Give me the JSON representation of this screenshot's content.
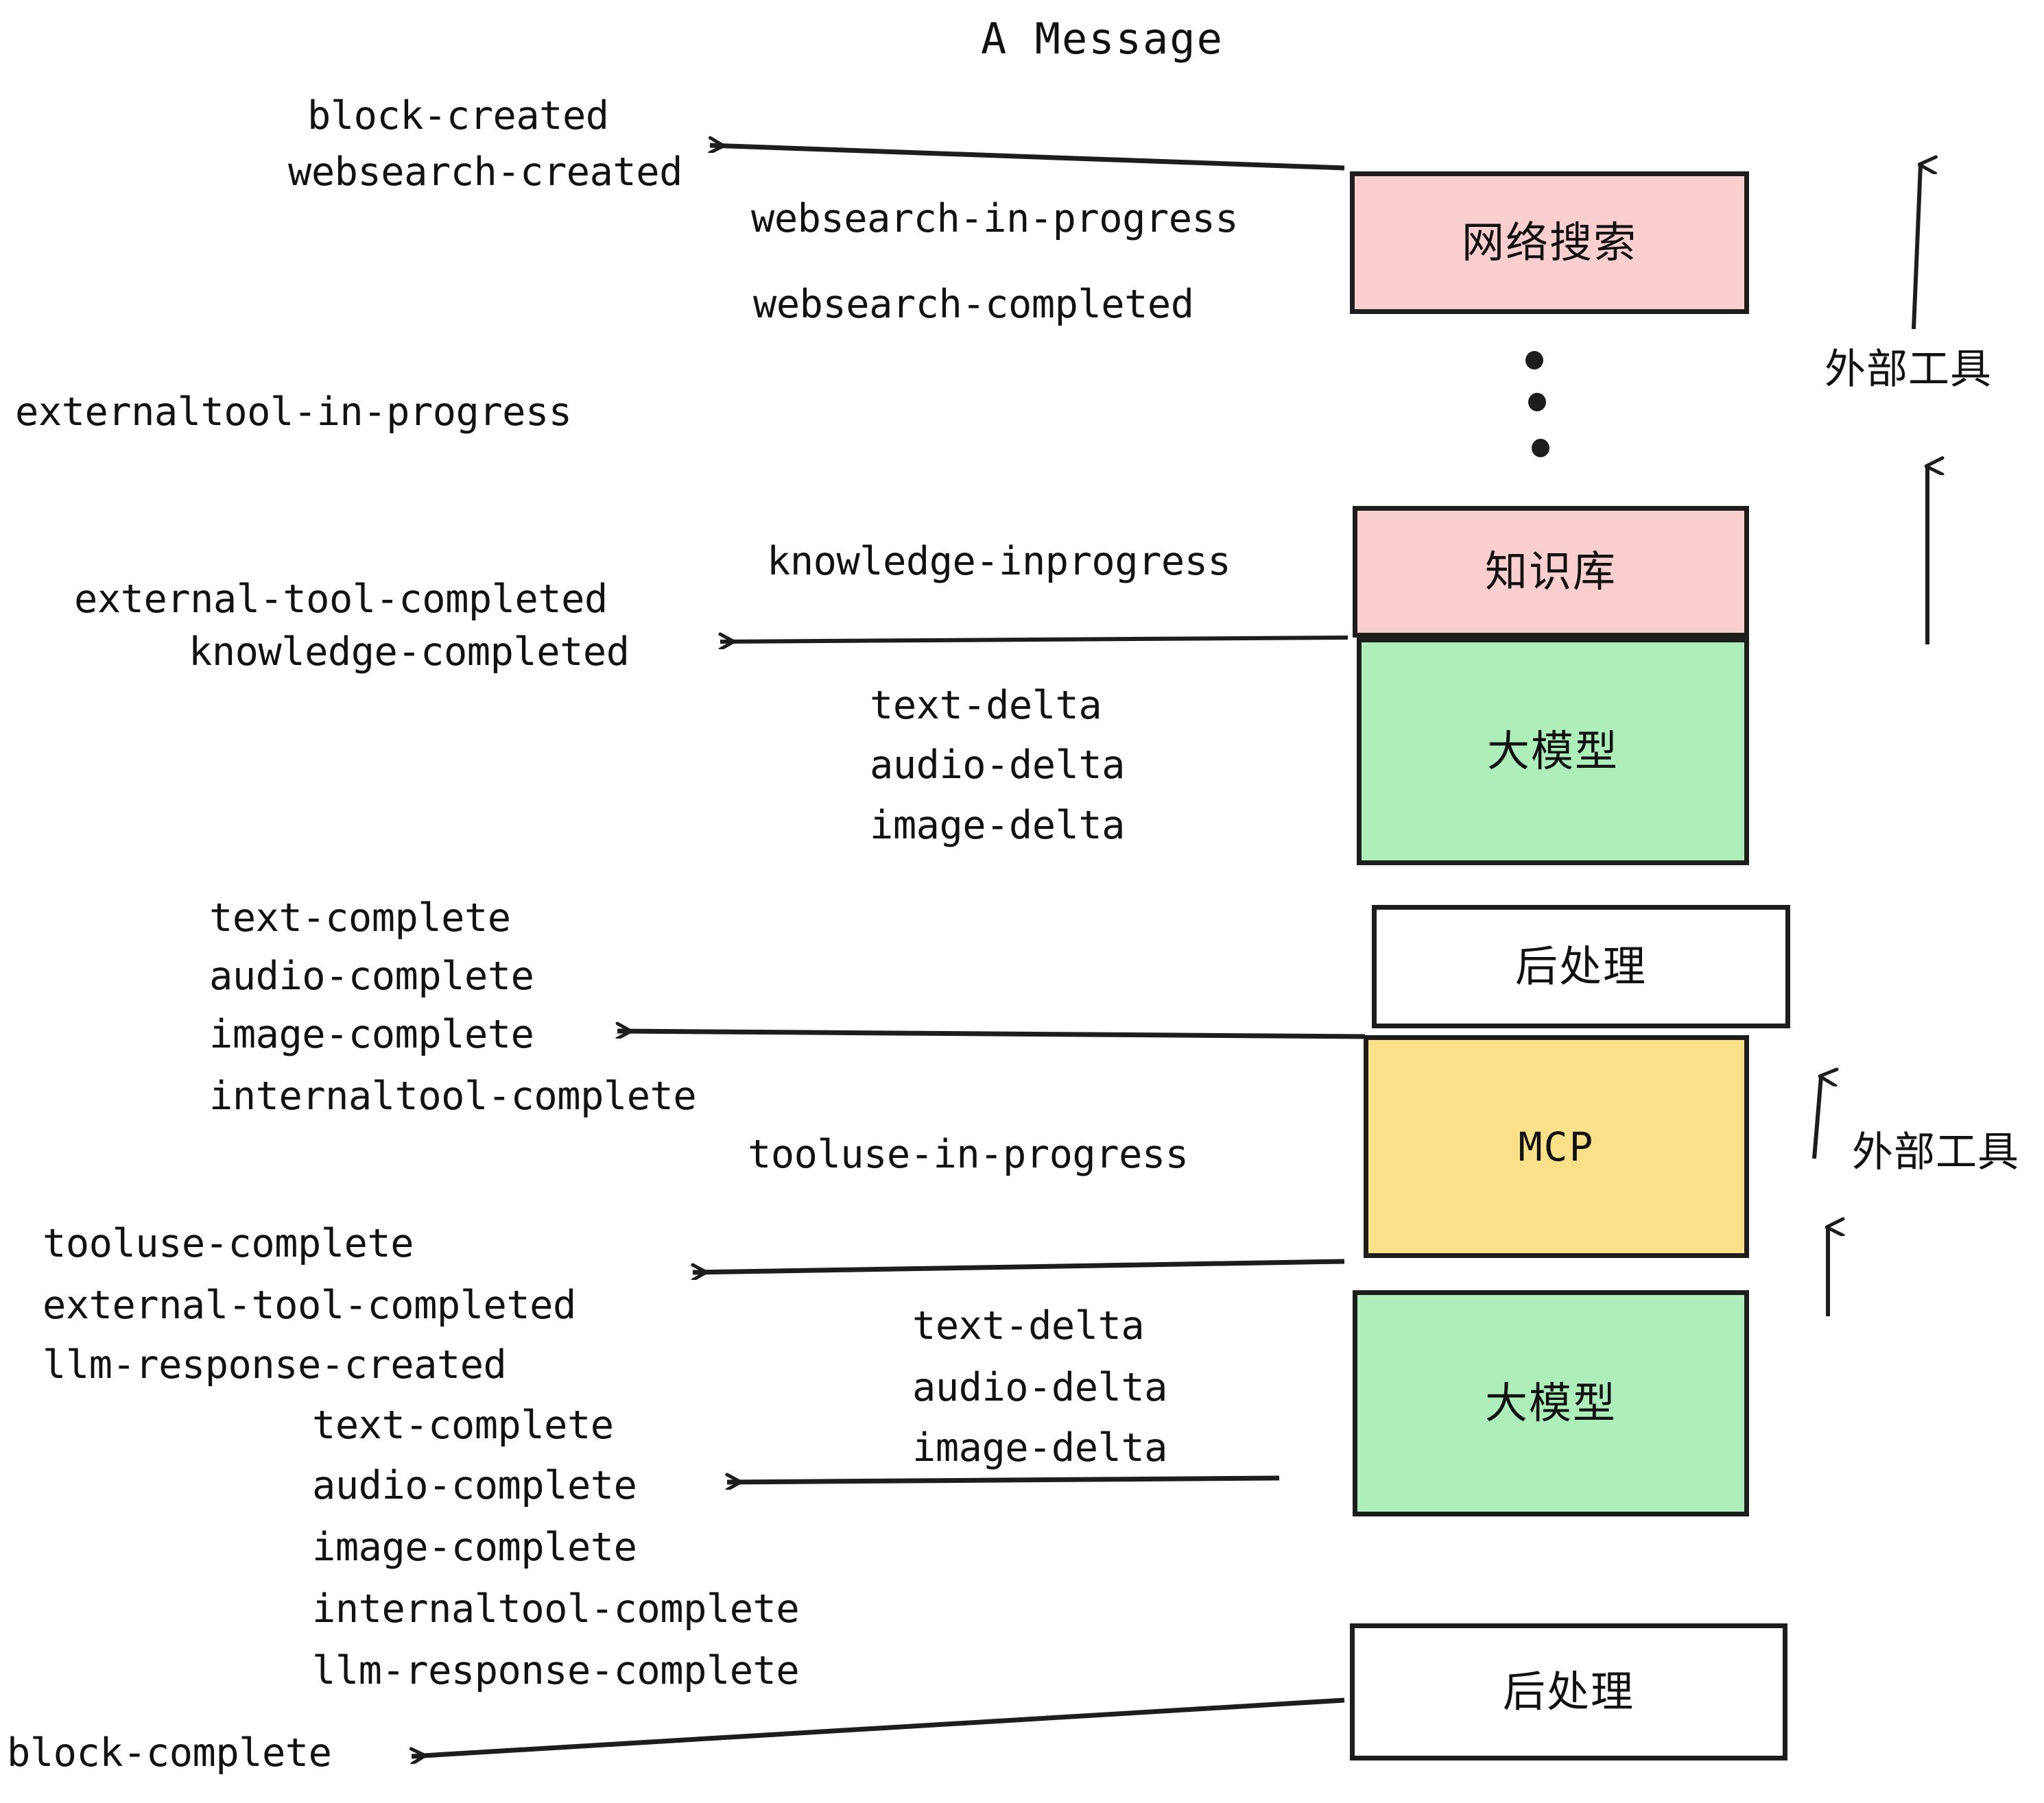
{
  "title": "A Message",
  "colors": {
    "external_tool_box": "#fbcfcf",
    "llm_box": "#aeeeba",
    "mcp_box": "#fbe08a",
    "postprocess_box": "#ffffff",
    "stroke": "#1d1d1d",
    "text": "#121212",
    "background": "#ffffff"
  },
  "nodes": [
    {
      "id": "websearch",
      "label": "网络搜索",
      "color": "pink"
    },
    {
      "id": "knowledge",
      "label": "知识库",
      "color": "pink"
    },
    {
      "id": "llm-top",
      "label": "大模型",
      "color": "green"
    },
    {
      "id": "postprocess-top",
      "label": "后处理",
      "color": "white"
    },
    {
      "id": "mcp",
      "label": "MCP",
      "color": "yellow"
    },
    {
      "id": "llm-bottom",
      "label": "大模型",
      "color": "green"
    },
    {
      "id": "postprocess-bottom",
      "label": "后处理",
      "color": "white"
    }
  ],
  "side_labels": [
    {
      "id": "external-tool-top",
      "label": "外部工具"
    },
    {
      "id": "external-tool-bottom",
      "label": "外部工具"
    }
  ],
  "events": {
    "block_created": "block-created",
    "websearch_created": "websearch-created",
    "websearch_in_progress": "websearch-in-progress",
    "websearch_completed": "websearch-completed",
    "externaltool_in_progress": "externaltool-in-progress",
    "knowledge_inprogress": "knowledge-inprogress",
    "external_tool_completed_1": "external-tool-completed",
    "knowledge_completed": "knowledge-completed",
    "text_delta_1": "text-delta",
    "audio_delta_1": "audio-delta",
    "image_delta_1": "image-delta",
    "text_complete_1": "text-complete",
    "audio_complete_1": "audio-complete",
    "image_complete_1": "image-complete",
    "internaltool_complete_1": "internaltool-complete",
    "tooluse_in_progress": "tooluse-in-progress",
    "tooluse_complete": "tooluse-complete",
    "external_tool_completed_2": "external-tool-completed",
    "llm_response_created": "llm-response-created",
    "text_delta_2": "text-delta",
    "audio_delta_2": "audio-delta",
    "image_delta_2": "image-delta",
    "text_complete_2": "text-complete",
    "audio_complete_2": "audio-complete",
    "image_complete_2": "image-complete",
    "internaltool_complete_2": "internaltool-complete",
    "llm_response_complete": "llm-response-complete",
    "block_complete": "block-complete"
  }
}
